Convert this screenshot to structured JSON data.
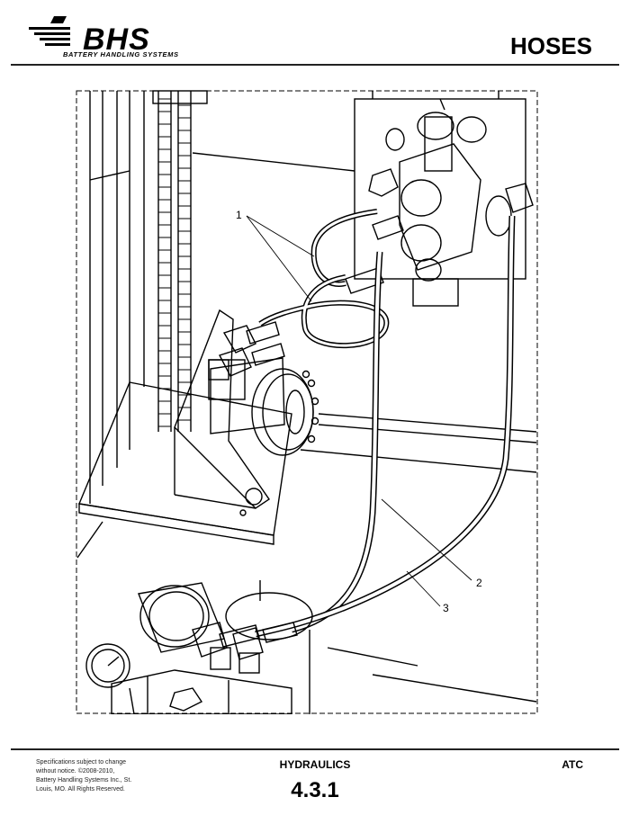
{
  "header": {
    "logo_text": "BHS",
    "logo_subtext": "BATTERY HANDLING SYSTEMS",
    "title": "HOSES"
  },
  "figure": {
    "callouts": [
      {
        "label": "1"
      },
      {
        "label": "2"
      },
      {
        "label": "3"
      }
    ]
  },
  "footer": {
    "note": "Specifications subject to change without notice. ©2008-2010, Battery Handling Systems Inc., St. Louis, MO. All Rights Reserved.",
    "section": "HYDRAULICS",
    "page": "4.3.1",
    "model": "ATC"
  }
}
